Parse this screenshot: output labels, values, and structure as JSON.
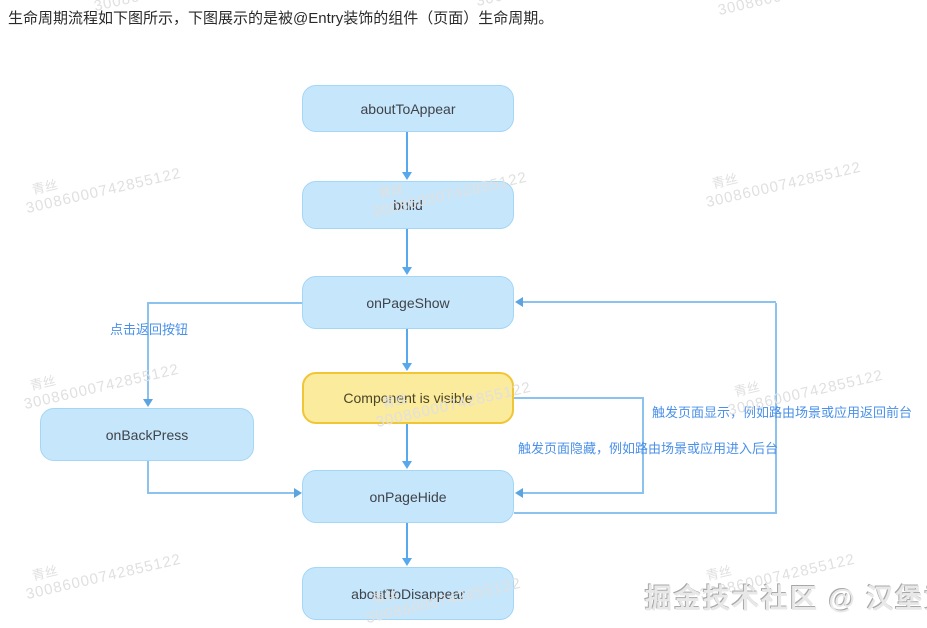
{
  "page": {
    "title": "生命周期流程如下图所示，下图展示的是被@Entry装饰的组件（页面）生命周期。"
  },
  "diagram": {
    "nodes": [
      {
        "id": "aboutToAppear",
        "label": "aboutToAppear",
        "type": "blue"
      },
      {
        "id": "build",
        "label": "build",
        "type": "blue"
      },
      {
        "id": "onPageShow",
        "label": "onPageShow",
        "type": "blue"
      },
      {
        "id": "componentVisible",
        "label": "Component is visible",
        "type": "yellow"
      },
      {
        "id": "onPageHide",
        "label": "onPageHide",
        "type": "blue"
      },
      {
        "id": "aboutToDisappear",
        "label": "aboutToDisappear",
        "type": "blue"
      },
      {
        "id": "onBackPress",
        "label": "onBackPress",
        "type": "blue"
      }
    ],
    "edge_labels": {
      "back_button": "点击返回按钮",
      "page_show": "触发页面显示，例如路由场景或应用返回前台",
      "page_hide": "触发页面隐藏，例如路由场景或应用进入后台"
    },
    "colors": {
      "node_fill": "#c6e6fb",
      "node_border": "#a3d6f7",
      "highlight_fill": "#fbeb9d",
      "highlight_border": "#f1c636",
      "arrow": "#57a8ec",
      "connector": "#8cc2ee",
      "edge_label_text": "#4a90e8"
    }
  },
  "watermark": {
    "name": "青丝",
    "id_number": "30086000742855122",
    "credit": "掘金技术社区 @ 汉堡黄"
  }
}
